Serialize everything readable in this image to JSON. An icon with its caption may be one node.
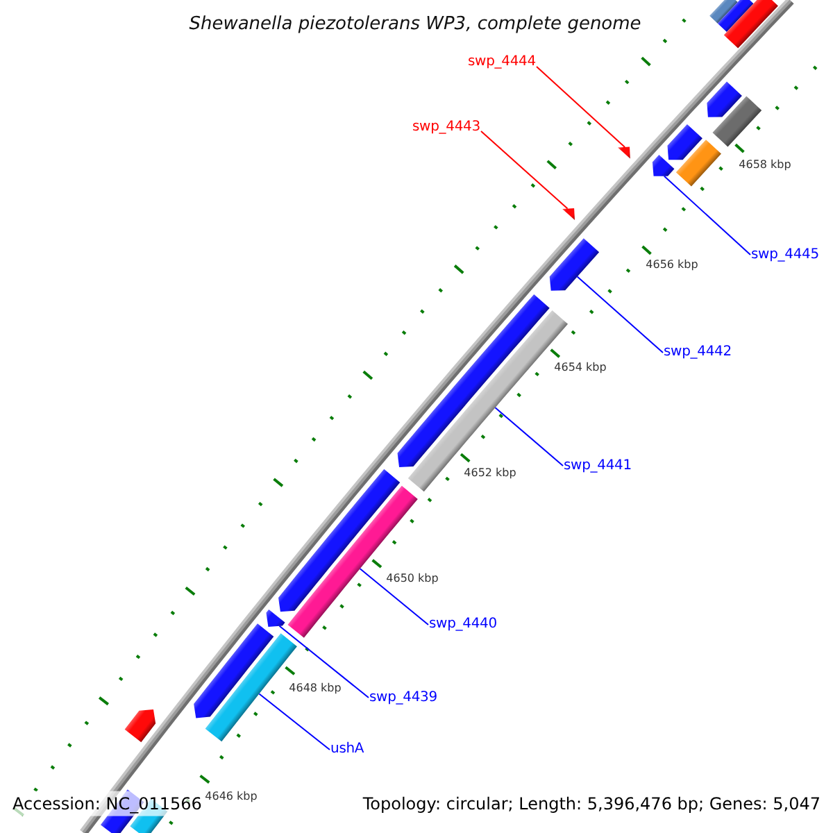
{
  "diagram": {
    "title": "Shewanella piezotolerans WP3, complete genome",
    "nodes": [
      {
        "text": [
          "swp_4444"
        ]
      },
      {
        "text": [
          "swp_4443"
        ]
      },
      {
        "text": [
          "swp_4445"
        ]
      },
      {
        "text": [
          "swp_4442"
        ]
      },
      {
        "text": [
          "swp_4441"
        ]
      },
      {
        "text": [
          "swp_4440"
        ]
      },
      {
        "text": [
          "swp_4439"
        ]
      },
      {
        "text": [
          "ushA"
        ]
      },
      {
        "text": [],
        "shape": "bar"
      },
      {
        "text": [],
        "shape": "bar"
      },
      {
        "text": [],
        "shape": "bar"
      },
      {
        "text": [],
        "shape": "arrow"
      },
      {
        "text": [],
        "shape": "bar"
      },
      {
        "text": [],
        "shape": "arrow"
      },
      {
        "text": [],
        "shape": "arrow"
      },
      {
        "text": [],
        "shape": "bar"
      },
      {
        "text": [],
        "shape": "arrow"
      },
      {
        "text": [],
        "shape": "arrow"
      },
      {
        "text": [],
        "shape": "arrow"
      },
      {
        "text": [],
        "shape": "arrow"
      },
      {
        "text": [],
        "shape": "bar"
      },
      {
        "text": [],
        "shape": "arrow"
      },
      {
        "text": [],
        "shape": "bar"
      },
      {
        "text": [],
        "shape": "arrow"
      },
      {
        "text": [],
        "shape": "arrow"
      },
      {
        "text": [],
        "shape": "bar"
      },
      {
        "text": [],
        "shape": "arrow"
      },
      {
        "text": [],
        "shape": "bar"
      },
      {
        "text": [],
        "shape": "bar"
      }
    ],
    "edges": [
      {
        "from": 0,
        "to": 14,
        "arrow": "none",
        "color": "#ff0000"
      },
      {
        "from": 1,
        "to": 17,
        "arrow": "none",
        "color": "#ff0000"
      },
      {
        "from": 2,
        "to": 16,
        "arrow": "none"
      },
      {
        "from": 3,
        "to": 18,
        "arrow": "none"
      },
      {
        "from": 4,
        "to": 20,
        "arrow": "none"
      },
      {
        "from": 5,
        "to": 22,
        "arrow": "none"
      },
      {
        "from": 6,
        "to": 23,
        "arrow": "none"
      },
      {
        "from": 7,
        "to": 25,
        "arrow": "none"
      }
    ],
    "labels": [
      "4658 kbp",
      "4656 kbp",
      "4654 kbp",
      "4652 kbp",
      "4650 kbp",
      "4648 kbp",
      "4646 kbp",
      "Accession: NC_011566",
      "Topology: circular; Length: 5,396,476 bp; Genes: 5,047"
    ]
  }
}
